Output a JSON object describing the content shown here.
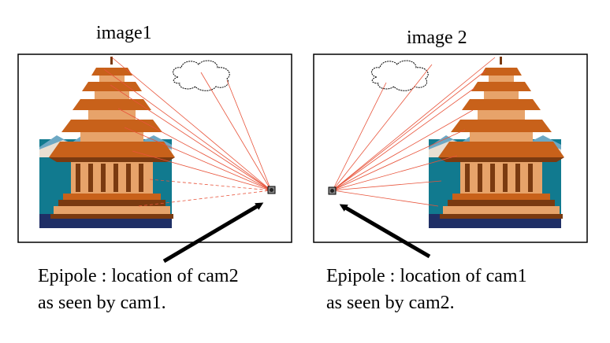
{
  "panels": [
    {
      "title": "image1",
      "caption_line1": "Epipole : location of cam2",
      "caption_line2": "as seen by cam1."
    },
    {
      "title": "image 2",
      "caption_line1": "Epipole : location of cam1",
      "caption_line2": "as seen by cam2."
    }
  ],
  "colors": {
    "epipolar_line": "#e8533a",
    "frame": "#000000",
    "roof": "#c8611a",
    "roof_shadow": "#7a3a10",
    "pillar": "#e7a36a",
    "water": "#117a8f",
    "mountain": "#6da8c4",
    "ground": "#1f2f66"
  },
  "icons": [
    "pagoda-icon",
    "cloud-icon",
    "camera-icon",
    "arrow-icon"
  ]
}
